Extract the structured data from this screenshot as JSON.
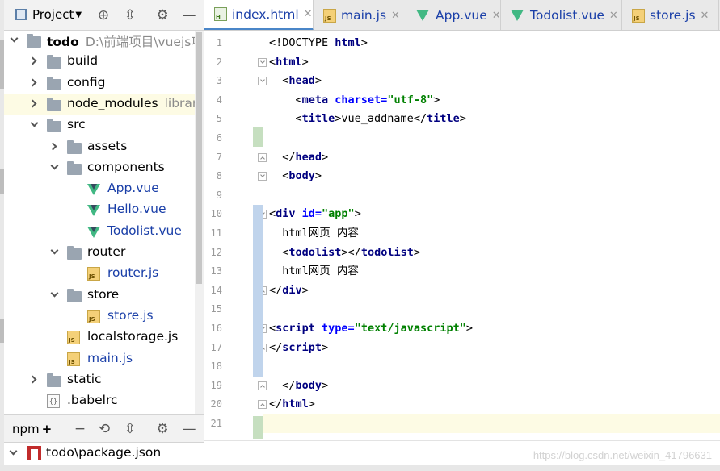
{
  "project_panel": {
    "title": "Project",
    "tree": [
      {
        "label": "todo",
        "extra": "D:\\前端项目\\vuejs项目",
        "icon": "folder-icon",
        "arrow": "down",
        "indent": 0,
        "bold": true
      },
      {
        "label": "build",
        "icon": "folder-icon",
        "arrow": "right",
        "indent": 1
      },
      {
        "label": "config",
        "icon": "folder-icon",
        "arrow": "right",
        "indent": 1
      },
      {
        "label": "node_modules",
        "extra": "library r",
        "icon": "folder-icon",
        "arrow": "right",
        "indent": 1,
        "selected": true
      },
      {
        "label": "src",
        "icon": "folder-icon",
        "arrow": "down",
        "indent": 1
      },
      {
        "label": "assets",
        "icon": "folder-icon",
        "arrow": "right",
        "indent": 2
      },
      {
        "label": "components",
        "icon": "folder-icon",
        "arrow": "down",
        "indent": 2
      },
      {
        "label": "App.vue",
        "icon": "vue-file-icon",
        "indent": 3,
        "blue": true
      },
      {
        "label": "Hello.vue",
        "icon": "vue-file-icon",
        "indent": 3,
        "blue": true
      },
      {
        "label": "Todolist.vue",
        "icon": "vue-file-icon",
        "indent": 3,
        "blue": true
      },
      {
        "label": "router",
        "icon": "folder-icon",
        "arrow": "down",
        "indent": 2
      },
      {
        "label": "router.js",
        "icon": "js-file-icon",
        "indent": 3,
        "blue": true
      },
      {
        "label": "store",
        "icon": "folder-icon",
        "arrow": "down",
        "indent": 2
      },
      {
        "label": "store.js",
        "icon": "js-file-icon",
        "indent": 3,
        "blue": true
      },
      {
        "label": "localstorage.js",
        "icon": "js-file-icon",
        "indent": 2
      },
      {
        "label": "main.js",
        "icon": "js-file-icon",
        "indent": 2,
        "blue": true
      },
      {
        "label": "static",
        "icon": "folder-icon",
        "arrow": "right",
        "indent": 1
      },
      {
        "label": ".babelrc",
        "icon": "config-file-icon",
        "indent": 1
      }
    ]
  },
  "npm_panel": {
    "title": "npm",
    "plus": "+",
    "item": "todo\\package.json"
  },
  "tabs": [
    {
      "label": "index.html",
      "icon": "html-file-icon",
      "active": true
    },
    {
      "label": "main.js",
      "icon": "js-file-icon"
    },
    {
      "label": "App.vue",
      "icon": "vue-file-icon"
    },
    {
      "label": "Todolist.vue",
      "icon": "vue-file-icon"
    },
    {
      "label": "store.js",
      "icon": "js-file-icon"
    }
  ],
  "editor": {
    "current_line": 21,
    "lines": [
      [
        [
          "",
          "<!DOCTYPE "
        ],
        [
          "tg",
          "html"
        ],
        [
          "",
          ">"
        ]
      ],
      [
        [
          "",
          "<"
        ],
        [
          "tg",
          "html"
        ],
        [
          "",
          ">"
        ]
      ],
      [
        [
          "",
          "  <"
        ],
        [
          "tg",
          "head"
        ],
        [
          "",
          ">"
        ]
      ],
      [
        [
          "",
          "    <"
        ],
        [
          "tg",
          "meta "
        ],
        [
          "at",
          "charset="
        ],
        [
          "sv",
          "\"utf-8\""
        ],
        [
          "",
          ">"
        ]
      ],
      [
        [
          "",
          "    <"
        ],
        [
          "tg",
          "title"
        ],
        [
          "",
          ">vue_addname</"
        ],
        [
          "tg",
          "title"
        ],
        [
          "",
          ">"
        ]
      ],
      [],
      [
        [
          "",
          "  </"
        ],
        [
          "tg",
          "head"
        ],
        [
          "",
          ">"
        ]
      ],
      [
        [
          "",
          "  <"
        ],
        [
          "tg",
          "body"
        ],
        [
          "",
          ">"
        ]
      ],
      [],
      [
        [
          "",
          "<"
        ],
        [
          "tg",
          "div "
        ],
        [
          "at",
          "id="
        ],
        [
          "sv",
          "\"app\""
        ],
        [
          "",
          ">"
        ]
      ],
      [
        [
          "",
          "  html网页 内容"
        ]
      ],
      [
        [
          "",
          "  <"
        ],
        [
          "tg",
          "todolist"
        ],
        [
          "",
          "></"
        ],
        [
          "tg",
          "todolist"
        ],
        [
          "",
          ">"
        ]
      ],
      [
        [
          "",
          "  html网页 内容"
        ]
      ],
      [
        [
          "",
          "</"
        ],
        [
          "tg",
          "div"
        ],
        [
          "",
          ">"
        ]
      ],
      [],
      [
        [
          "",
          "<"
        ],
        [
          "tg",
          "script "
        ],
        [
          "at",
          "type="
        ],
        [
          "sv",
          "\"text/javascript\""
        ],
        [
          "",
          ">"
        ]
      ],
      [
        [
          "",
          "</"
        ],
        [
          "tg",
          "script"
        ],
        [
          "",
          ">"
        ]
      ],
      [],
      [
        [
          "",
          "  </"
        ],
        [
          "tg",
          "body"
        ],
        [
          "",
          ">"
        ]
      ],
      [
        [
          "",
          "</"
        ],
        [
          "tg",
          "html"
        ],
        [
          "",
          ">"
        ]
      ],
      []
    ]
  },
  "watermark": "https://blog.csdn.net/weixin_41796631"
}
